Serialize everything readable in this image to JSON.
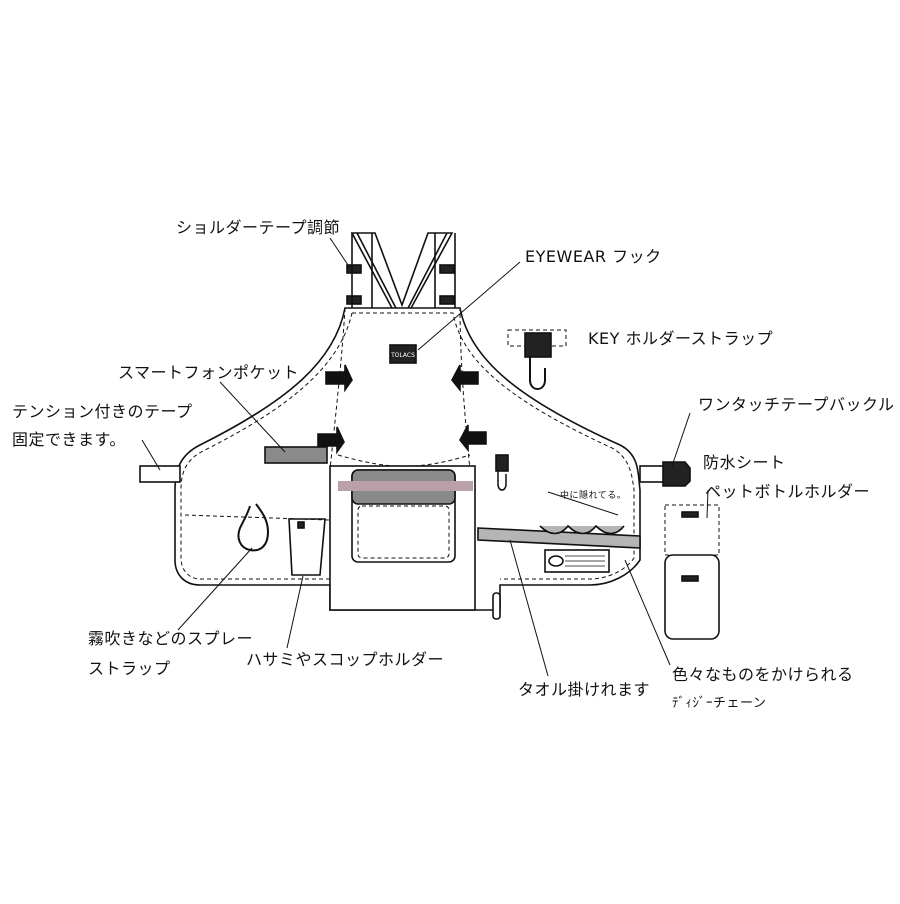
{
  "labels": {
    "shoulder_tape": "ショルダーテープ調節",
    "eyewear_hook": "EYEWEAR フック",
    "key_strap": "KEY ホルダーストラップ",
    "smartphone_pocket": "スマートフォンポケット",
    "tension_line1": "テンション付きのテープ",
    "tension_line2": "固定できます。",
    "buckle": "ワンタッチテープバックル",
    "waterproof": "防水シート",
    "bottle_holder": "ペットボトルホルダー",
    "hidden_note": "中に隠れてる。",
    "spray_line1": "霧吹きなどのスプレー",
    "spray_line2": "ストラップ",
    "scissors": "ハサミやスコップホルダー",
    "towel": "タオル掛けれます",
    "daisy_line1": "色々なものをかけられる",
    "daisy_line2": "ﾃﾞｨｼﾞｰチェーン"
  },
  "badge_text": "TOLACS",
  "colors": {
    "outline": "#111111",
    "fabric": "#ffffff",
    "gray_fill": "#8a8a8a",
    "pink_bar": "#b9a0aa",
    "daisy_fill": "#b5b5b5"
  }
}
